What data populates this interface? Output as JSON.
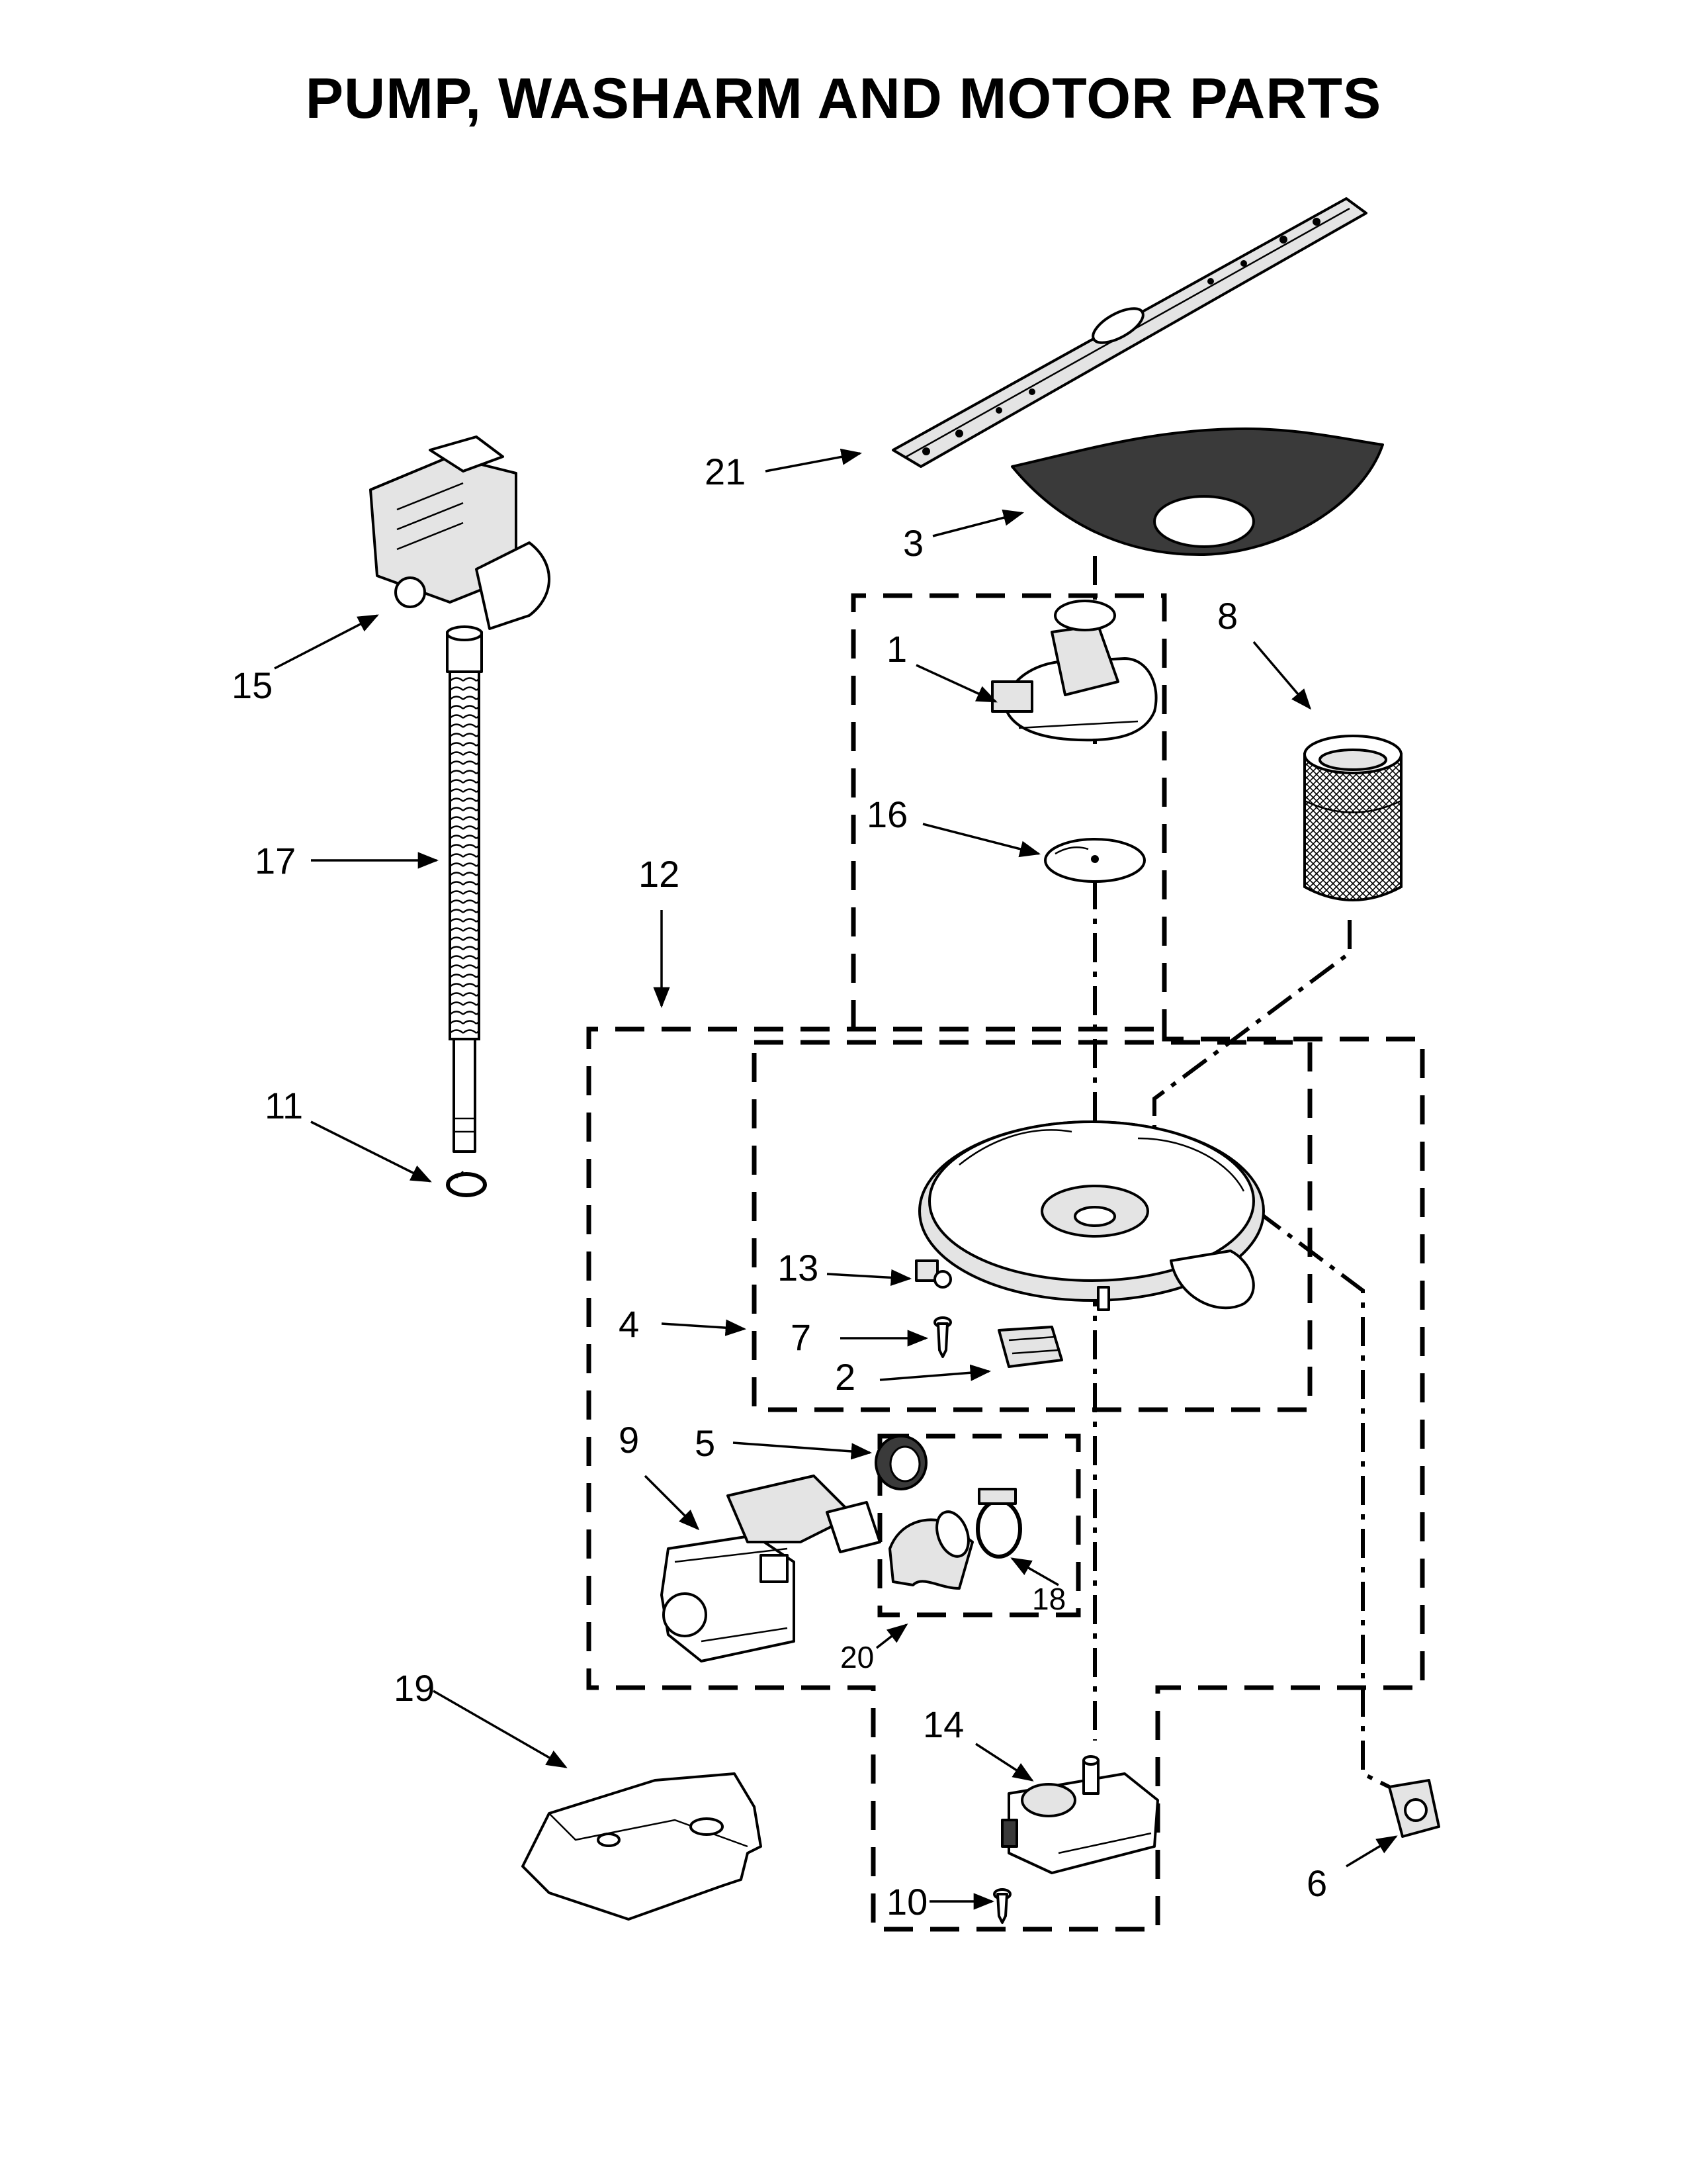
{
  "title": "PUMP, WASHARM AND MOTOR PARTS",
  "callouts": {
    "c1": "1",
    "c2": "2",
    "c3": "3",
    "c4": "4",
    "c5": "5",
    "c6": "6",
    "c7": "7",
    "c8": "8",
    "c9": "9",
    "c10": "10",
    "c11": "11",
    "c12": "12",
    "c13": "13",
    "c14": "14",
    "c15": "15",
    "c16": "16",
    "c17": "17",
    "c18": "18",
    "c19": "19",
    "c20": "20",
    "c21": "21"
  }
}
